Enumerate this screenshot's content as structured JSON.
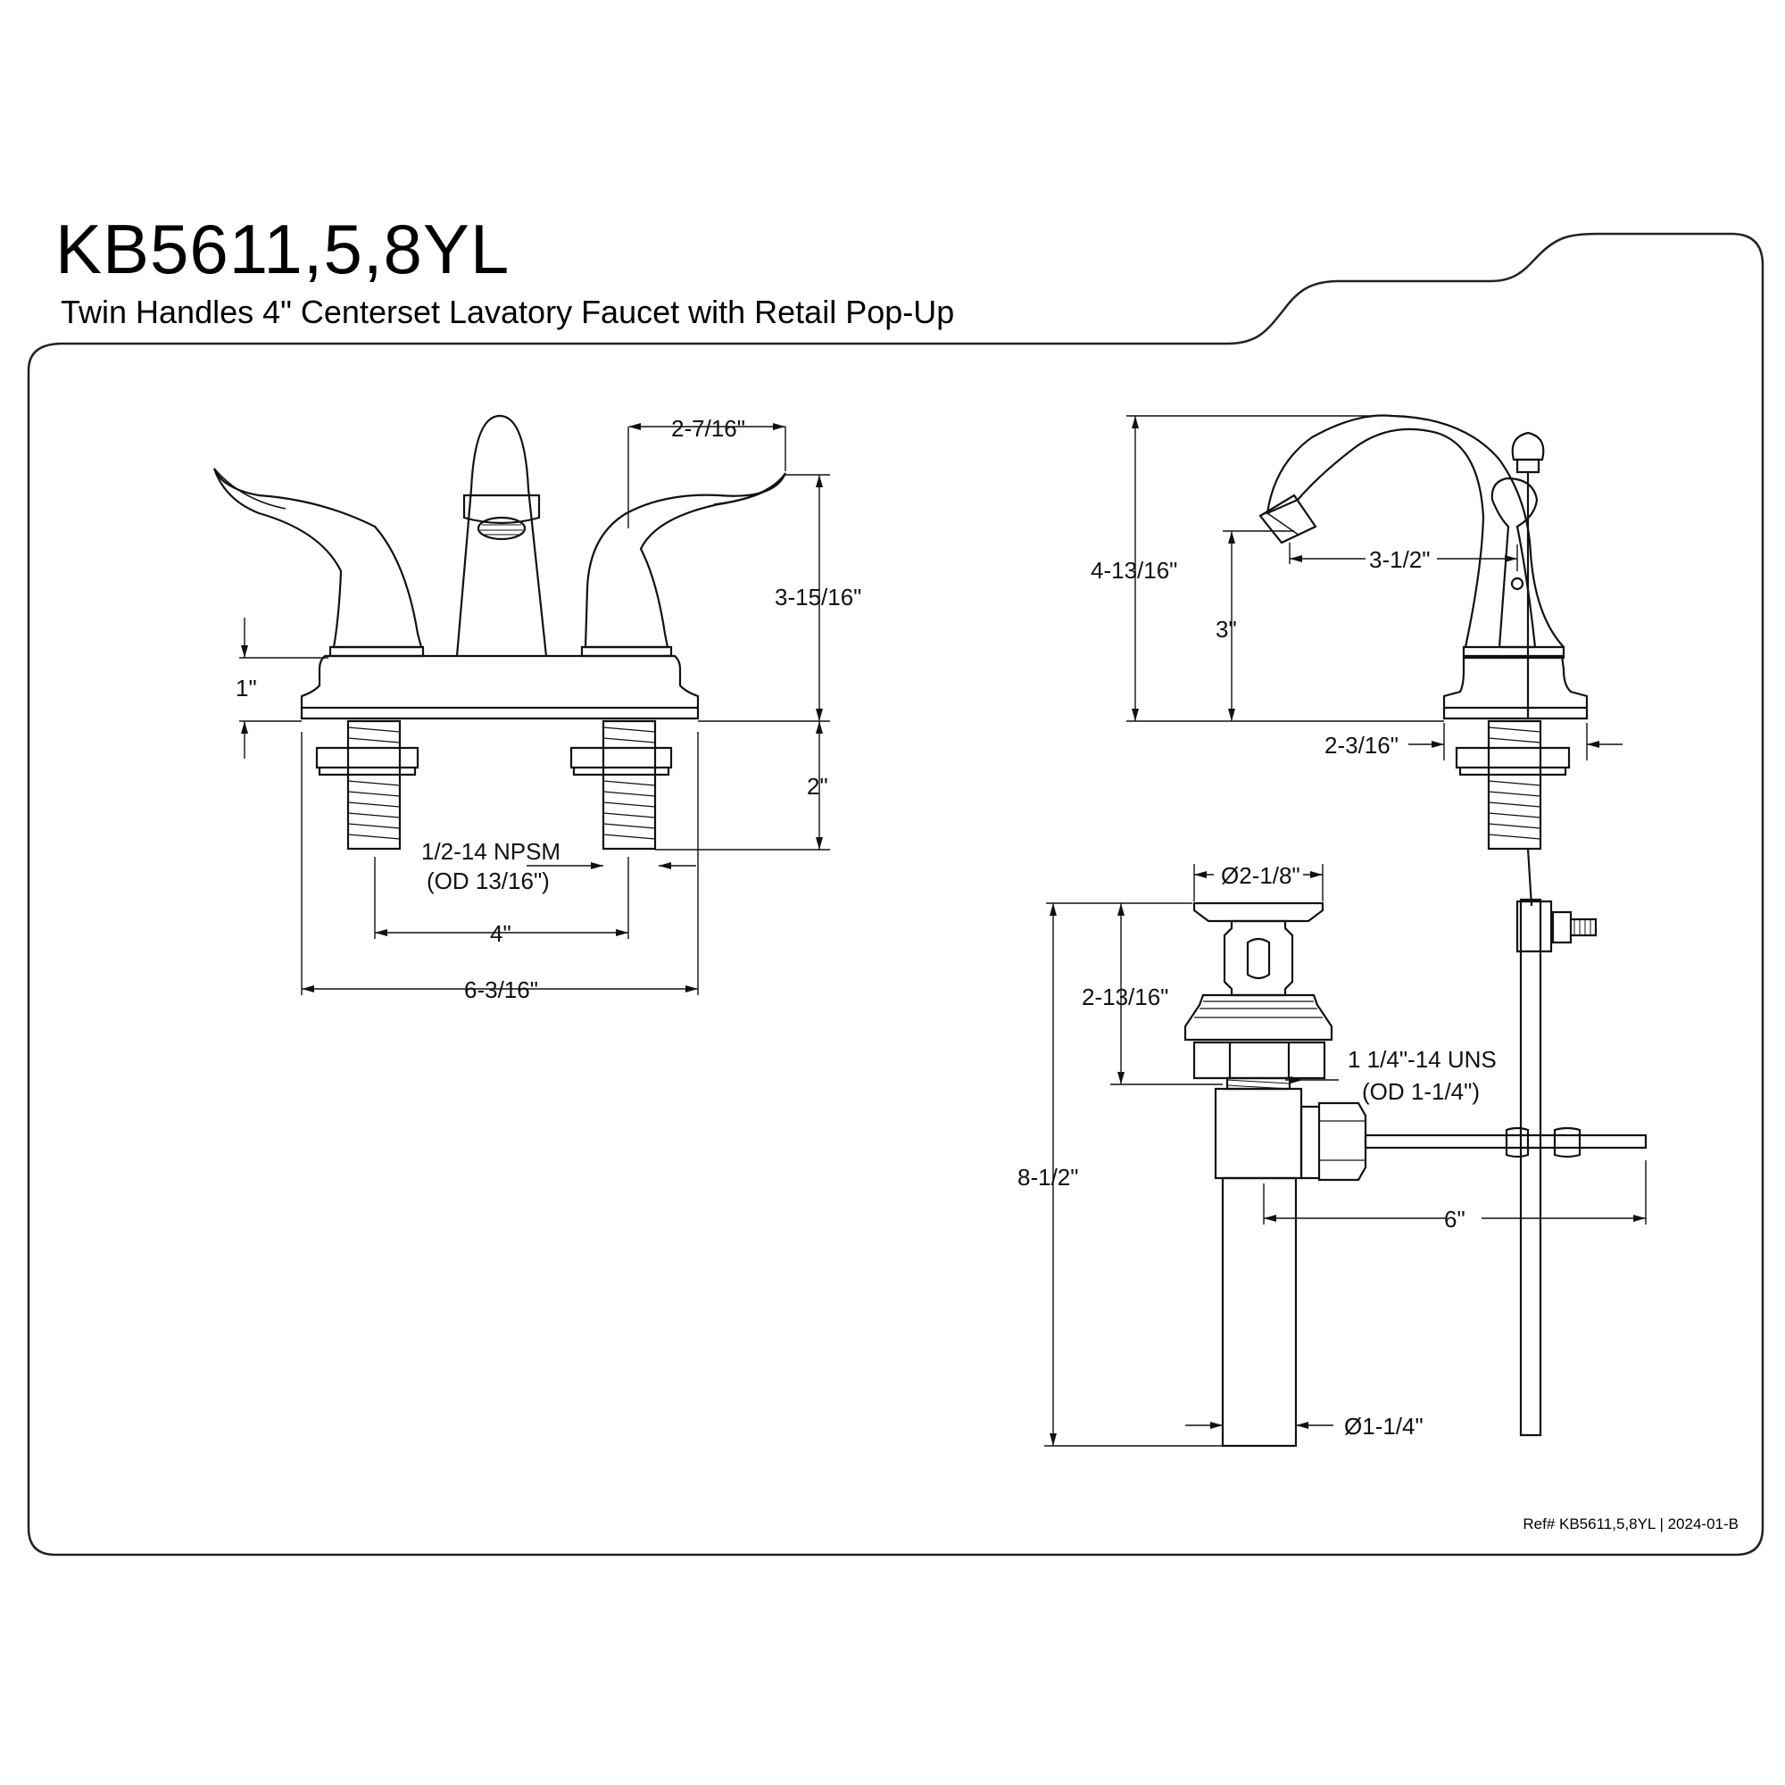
{
  "title": "KB5611,5,8YL",
  "subtitle": "Twin Handles 4\" Centerset Lavatory Faucet with Retail Pop-Up",
  "footer": {
    "ref": "Ref# KB5611,5,8YL | 2024-01-B"
  },
  "front_view": {
    "dims": {
      "spout_offset": "2-7/16\"",
      "height": "3-15/16\"",
      "base_height": "1\"",
      "shank_length": "2\"",
      "thread_spec": "1/2-14 NPSM",
      "thread_od": "(OD 13/16\")",
      "center_spacing": "4\"",
      "overall_width": "6-3/16\""
    }
  },
  "side_view": {
    "dims": {
      "overall_height": "4-13/16\"",
      "spout_reach": "3-1/2\"",
      "spout_clearance": "3\"",
      "base_depth": "2-3/16\""
    }
  },
  "drain_view": {
    "dims": {
      "flange_diameter": "Ø2-1/8\"",
      "flange_height": "2-13/16\"",
      "thread_spec": "1 1/4\"-14 UNS",
      "thread_od": "(OD 1-1/4\")",
      "total_length": "8-1/2\"",
      "rod_length": "6\"",
      "tail_diameter": "Ø1-1/4\""
    }
  }
}
